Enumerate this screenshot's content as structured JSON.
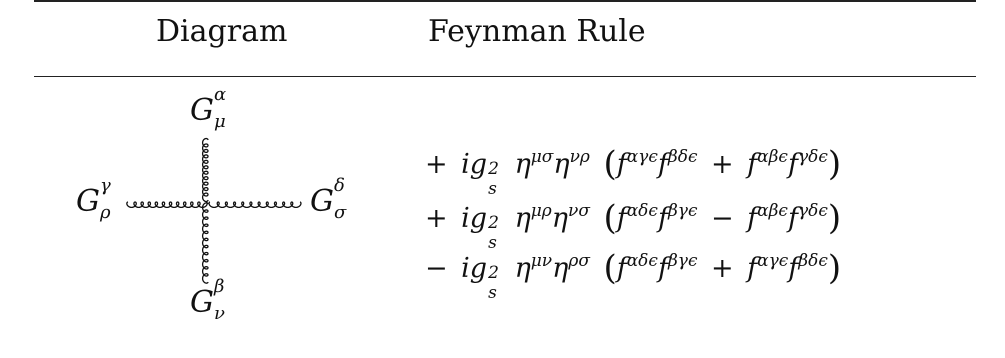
{
  "headers": {
    "diagram": "Diagram",
    "rule": "Feynman Rule"
  },
  "legs": {
    "top": {
      "base": "G",
      "sup": "α",
      "sub": "μ"
    },
    "bottom": {
      "base": "G",
      "sup": "β",
      "sub": "ν"
    },
    "left": {
      "base": "G",
      "sup": "γ",
      "sub": "ρ"
    },
    "right": {
      "base": "G",
      "sup": "δ",
      "sub": "σ"
    }
  },
  "terms": [
    {
      "sign": "+",
      "eta1": "μσ",
      "eta2": "νρ",
      "f1a": "αγϵ",
      "f1b": "βδϵ",
      "op": "+",
      "f2a": "αβϵ",
      "f2b": "γδϵ"
    },
    {
      "sign": "+",
      "eta1": "μρ",
      "eta2": "νσ",
      "f1a": "αδϵ",
      "f1b": "βγϵ",
      "op": "−",
      "f2a": "αβϵ",
      "f2b": "γδϵ"
    },
    {
      "sign": "−",
      "eta1": "μν",
      "eta2": "ρσ",
      "f1a": "αδϵ",
      "f1b": "βγϵ",
      "op": "+",
      "f2a": "αγϵ",
      "f2b": "βδϵ"
    }
  ],
  "coupling": {
    "i": "i",
    "g": "g",
    "sub": "s",
    "sup": "2"
  },
  "eta": "η",
  "f": "f"
}
